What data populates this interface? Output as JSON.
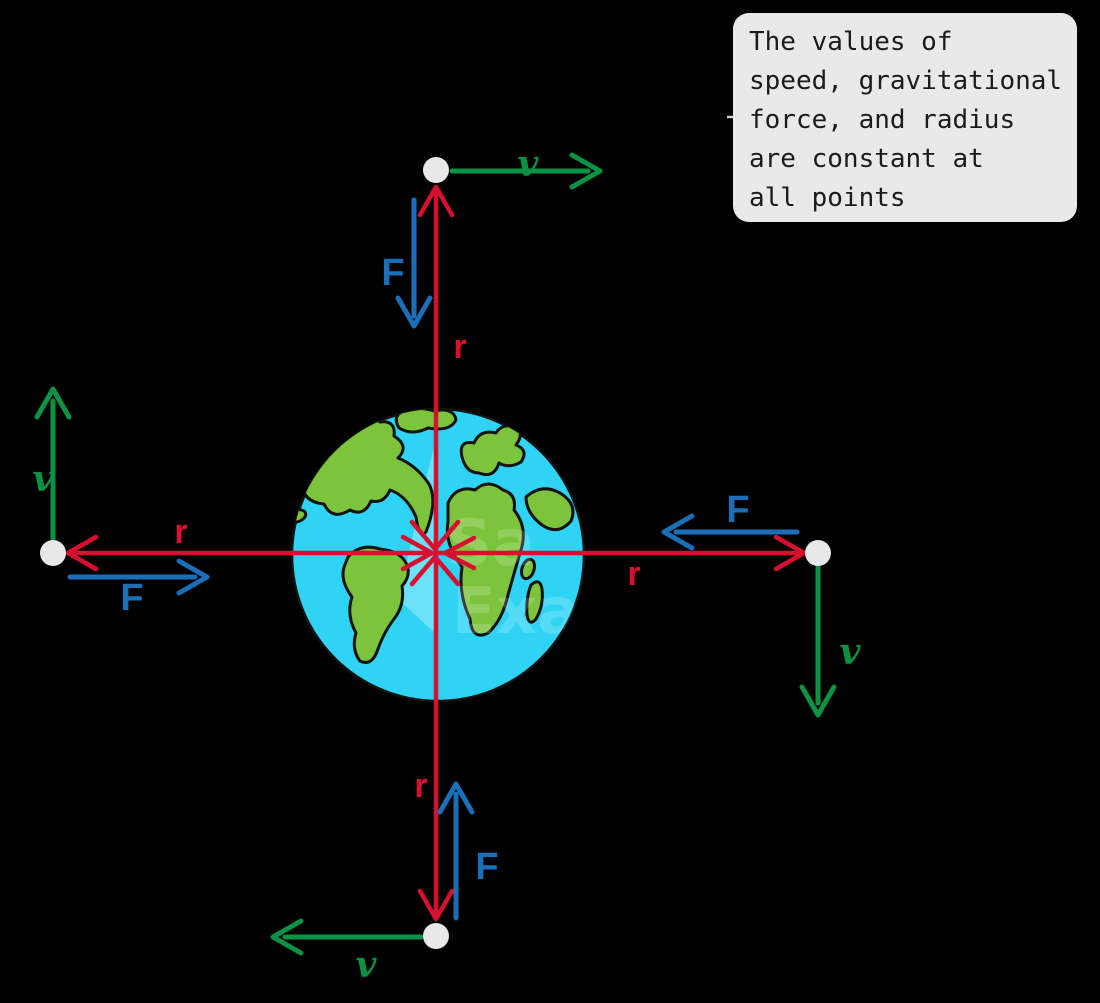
{
  "note": {
    "lines": [
      "The values of",
      "speed, gravitational",
      "force, and radius",
      "are constant at",
      "all points"
    ]
  },
  "symbols": {
    "velocity": "v",
    "force": "F",
    "radius": "r"
  },
  "colors": {
    "background": "#000000",
    "velocity_green": "#0a9345",
    "force_blue": "#1b6fb8",
    "radius_red": "#d8102f",
    "ocean_cyan": "#2fd4f4",
    "land_green": "#7cc43c",
    "outline_black": "#121212",
    "satellite_fill": "#e8e8e8",
    "note_bg": "#e9e9e9",
    "note_text": "#1b1b1b"
  }
}
